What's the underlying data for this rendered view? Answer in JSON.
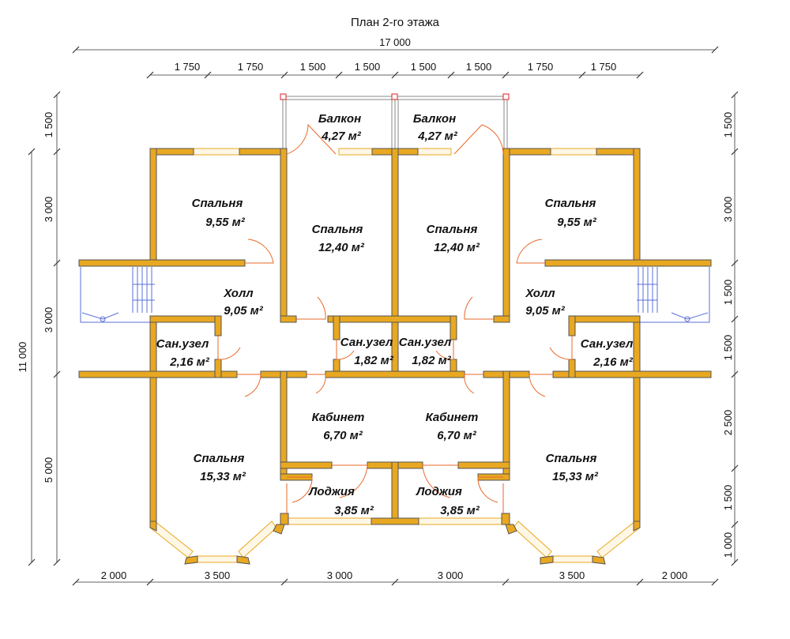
{
  "title": "План 2-го этажа",
  "dimensions": {
    "total_width": "17 000",
    "top": [
      "1 750",
      "1 750",
      "1 500",
      "1 500",
      "1 500",
      "1 500",
      "1 750",
      "1 750"
    ],
    "bottom": [
      "2 000",
      "3 500",
      "3 000",
      "3 000",
      "3 500",
      "2 000"
    ],
    "left_total": "11 000",
    "left": [
      "1 500",
      "3 000",
      "3 000",
      "5 000"
    ],
    "right": [
      "1 500",
      "3 000",
      "1 500",
      "1 500",
      "2 500",
      "1 500",
      "1 000"
    ]
  },
  "rooms": [
    {
      "name": "Балкон",
      "area": "4,27 м²"
    },
    {
      "name": "Балкон",
      "area": "4,27 м²"
    },
    {
      "name": "Спальня",
      "area": "9,55 м²"
    },
    {
      "name": "Спальня",
      "area": "12,40 м²"
    },
    {
      "name": "Спальня",
      "area": "12,40 м²"
    },
    {
      "name": "Спальня",
      "area": "9,55 м²"
    },
    {
      "name": "Холл",
      "area": "9,05 м²"
    },
    {
      "name": "Холл",
      "area": "9,05 м²"
    },
    {
      "name": "Сан.узел",
      "area": "2,16 м²"
    },
    {
      "name": "Сан.узел",
      "area": "1,82 м²"
    },
    {
      "name": "Сан.узел",
      "area": "1,82 м²"
    },
    {
      "name": "Сан.узел",
      "area": "2,16 м²"
    },
    {
      "name": "Кабинет",
      "area": "6,70 м²"
    },
    {
      "name": "Кабинет",
      "area": "6,70 м²"
    },
    {
      "name": "Спальня",
      "area": "15,33 м²"
    },
    {
      "name": "Спальня",
      "area": "15,33 м²"
    },
    {
      "name": "Лоджия",
      "area": "3,85 м²"
    },
    {
      "name": "Лоджия",
      "area": "3,85 м²"
    }
  ],
  "colors": {
    "wall": "#e8a821",
    "door": "#e86a2a",
    "stairs": "#5a6fd8"
  }
}
